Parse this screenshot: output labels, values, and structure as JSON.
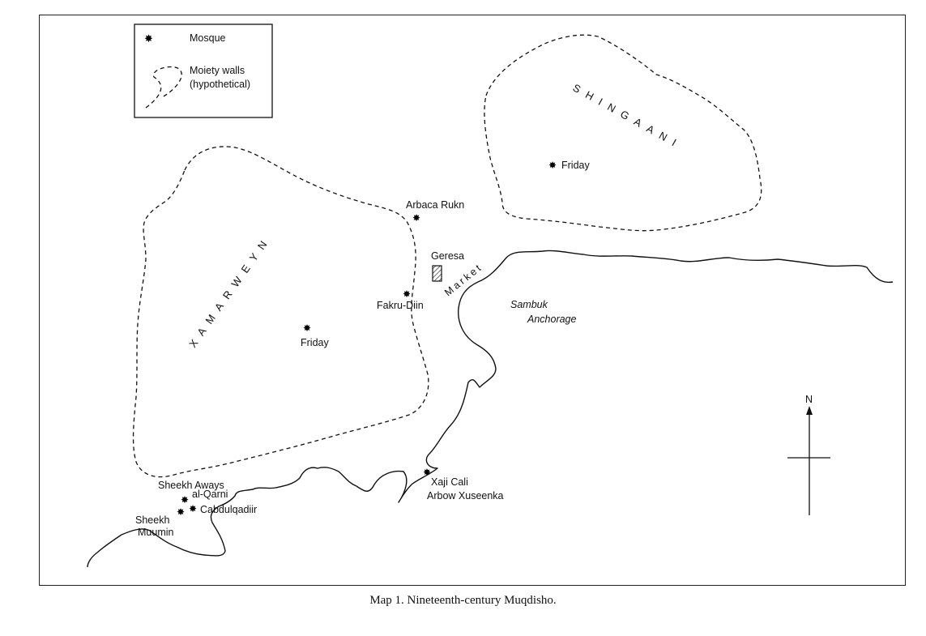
{
  "legend": {
    "mosque_label": "Mosque",
    "walls_label_line1": "Moiety walls",
    "walls_label_line2": "(hypothetical)"
  },
  "regions": {
    "shingaani": "SHINGAANI",
    "xamarweyn": "XAMARWEYN"
  },
  "places": {
    "friday_shingaani": "Friday",
    "friday_xamarweyn": "Friday",
    "arbaca_rukn": "Arbaca Rukn",
    "geresa": "Geresa",
    "market": "Market",
    "fakru_diin": "Fakru-Diin",
    "sambuk_line1": "Sambuk",
    "sambuk_line2": "Anchorage",
    "xaji_line1": "Xaji Cali",
    "xaji_line2": "Arbow Xuseenka",
    "sheekh_aways_line1": "Sheekh Aways",
    "sheekh_aways_line2": "al-Qarni",
    "cabdulqadiir": "Cabdulqadiir",
    "sheekh_muumin_line1": "Sheekh",
    "sheekh_muumin_line2": "Muumin"
  },
  "compass": {
    "north_label": "N"
  },
  "caption": "Map 1. Nineteenth-century Muqdisho.",
  "colors": {
    "ink": "#111111",
    "paper": "#ffffff"
  }
}
